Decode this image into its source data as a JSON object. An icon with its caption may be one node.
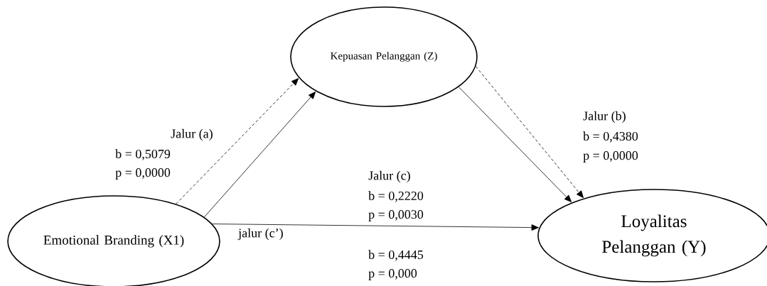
{
  "diagram": {
    "nodes": [
      {
        "text": [
          "Kepuasan Pelanggan (Z)"
        ]
      },
      {
        "text": [
          "Emotional Branding (X1)"
        ]
      },
      {
        "text": [
          "Loyalitas Pelanggan (Y)"
        ]
      }
    ],
    "edges": [
      {
        "from": 1,
        "to": 0,
        "arrow": "to",
        "style": "dashed"
      },
      {
        "from": 1,
        "to": 0,
        "arrow": "to"
      },
      {
        "from": 0,
        "to": 2,
        "arrow": "to"
      },
      {
        "from": 0,
        "to": 2,
        "arrow": "to",
        "style": "dashed"
      },
      {
        "from": 1,
        "to": 2,
        "arrow": "to"
      }
    ],
    "labels": [
      "Jalur (a)",
      "b = 0,5079",
      "p = 0,0000",
      "Jalur (b)",
      "b = 0,4380",
      "p = 0,0000",
      "Jalur (c)",
      "b = 0,2220",
      "p = 0,0030",
      "jalur (c’)",
      "b = 0,4445",
      "p = 0,000"
    ]
  }
}
